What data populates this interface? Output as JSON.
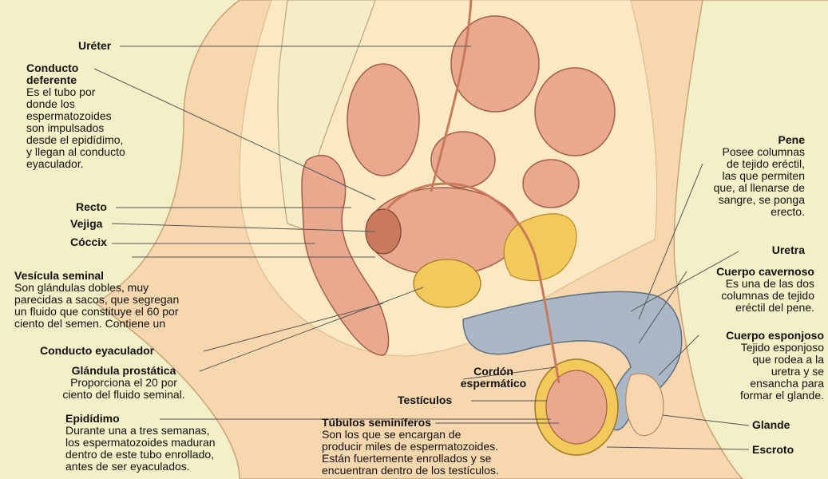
{
  "labels": {
    "ureter": {
      "title": "Uréter"
    },
    "conducto_deferente": {
      "title": "Conducto\ndeferente",
      "desc": "Es el tubo por\ndonde los\nespermatozoides\nson impulsados\ndesde el epidídimo,\ny llegan al conducto\neyaculador."
    },
    "recto": {
      "title": "Recto"
    },
    "vejiga": {
      "title": "Vejiga"
    },
    "coccix": {
      "title": "Cóccix"
    },
    "vesicula_seminal": {
      "title": "Vesícula seminal",
      "desc": "Son glándulas dobles, muy\nparecidas a sacos, que segregan\nun fluido que constituye el 60 por\nciento del semen. Contiene un"
    },
    "conducto_eyaculador": {
      "title": "Conducto eyaculador"
    },
    "glandula_prostatica": {
      "title": "Glándula prostática",
      "desc": "Proporciona el 20 por\nciento del fluido seminal."
    },
    "epididimo": {
      "title": "Epidídimo",
      "desc": "Durante una a tres semanas,\nlos espermatozoides maduran\ndentro de este tubo enrollado,\nantes de ser eyaculados."
    },
    "cordon_espermatico": {
      "title": "Cordón\nespermático"
    },
    "testiculos": {
      "title": "Testículos"
    },
    "tubulos_seminiferos": {
      "title": "Túbulos seminíferos",
      "desc": "Son los que se encargan de\nproducir miles de espermatozoides.\nEstán fuertemente enrollados y se\nencuentran dentro de los testículos."
    },
    "pene": {
      "title": "Pene",
      "desc": "Posee columnas\nde tejido eréctil,\nlas que permiten\nque, al llenarse de\nsangre, se ponga\nerecto."
    },
    "uretra": {
      "title": "Uretra"
    },
    "cuerpo_cavernoso": {
      "title": "Cuerpo cavernoso",
      "desc": "Es una de las dos\ncolumnas de tejido\neréctil del pene."
    },
    "cuerpo_esponjoso": {
      "title": "Cuerpo esponjoso",
      "desc": "Tejido esponjoso\nque rodea a la\nuretra y se\nensancha para\nformar el glande."
    },
    "glande": {
      "title": "Glande"
    },
    "escroto": {
      "title": "Escroto"
    }
  },
  "colors": {
    "background": "#f3efc6",
    "skin": "#f7d7ad",
    "body_interior": "#fbe9c4",
    "bone": "#f6ecc8",
    "organ": "#e9a98f",
    "organ_dark": "#c97a5d",
    "gland_yellow": "#f3c95a",
    "penis_tissue": "#a9b7c6",
    "leader_line": "#555555"
  }
}
